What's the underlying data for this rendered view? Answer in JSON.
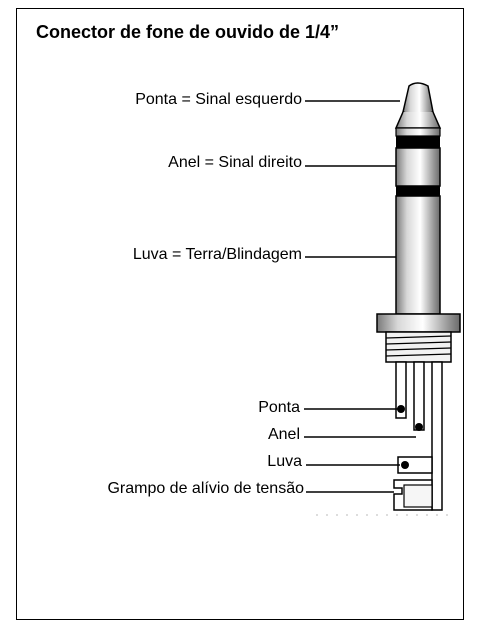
{
  "title": "Conector de fone de ouvido de 1/4”",
  "labels": {
    "tip": "Ponta = Sinal esquerdo",
    "ring": "Anel = Sinal direito",
    "sleeve": "Luva = Terra/Blindagem",
    "tip_terminal": "Ponta",
    "ring_terminal": "Anel",
    "sleeve_terminal": "Luva",
    "strain_relief": "Grampo de alívio de tensão"
  }
}
